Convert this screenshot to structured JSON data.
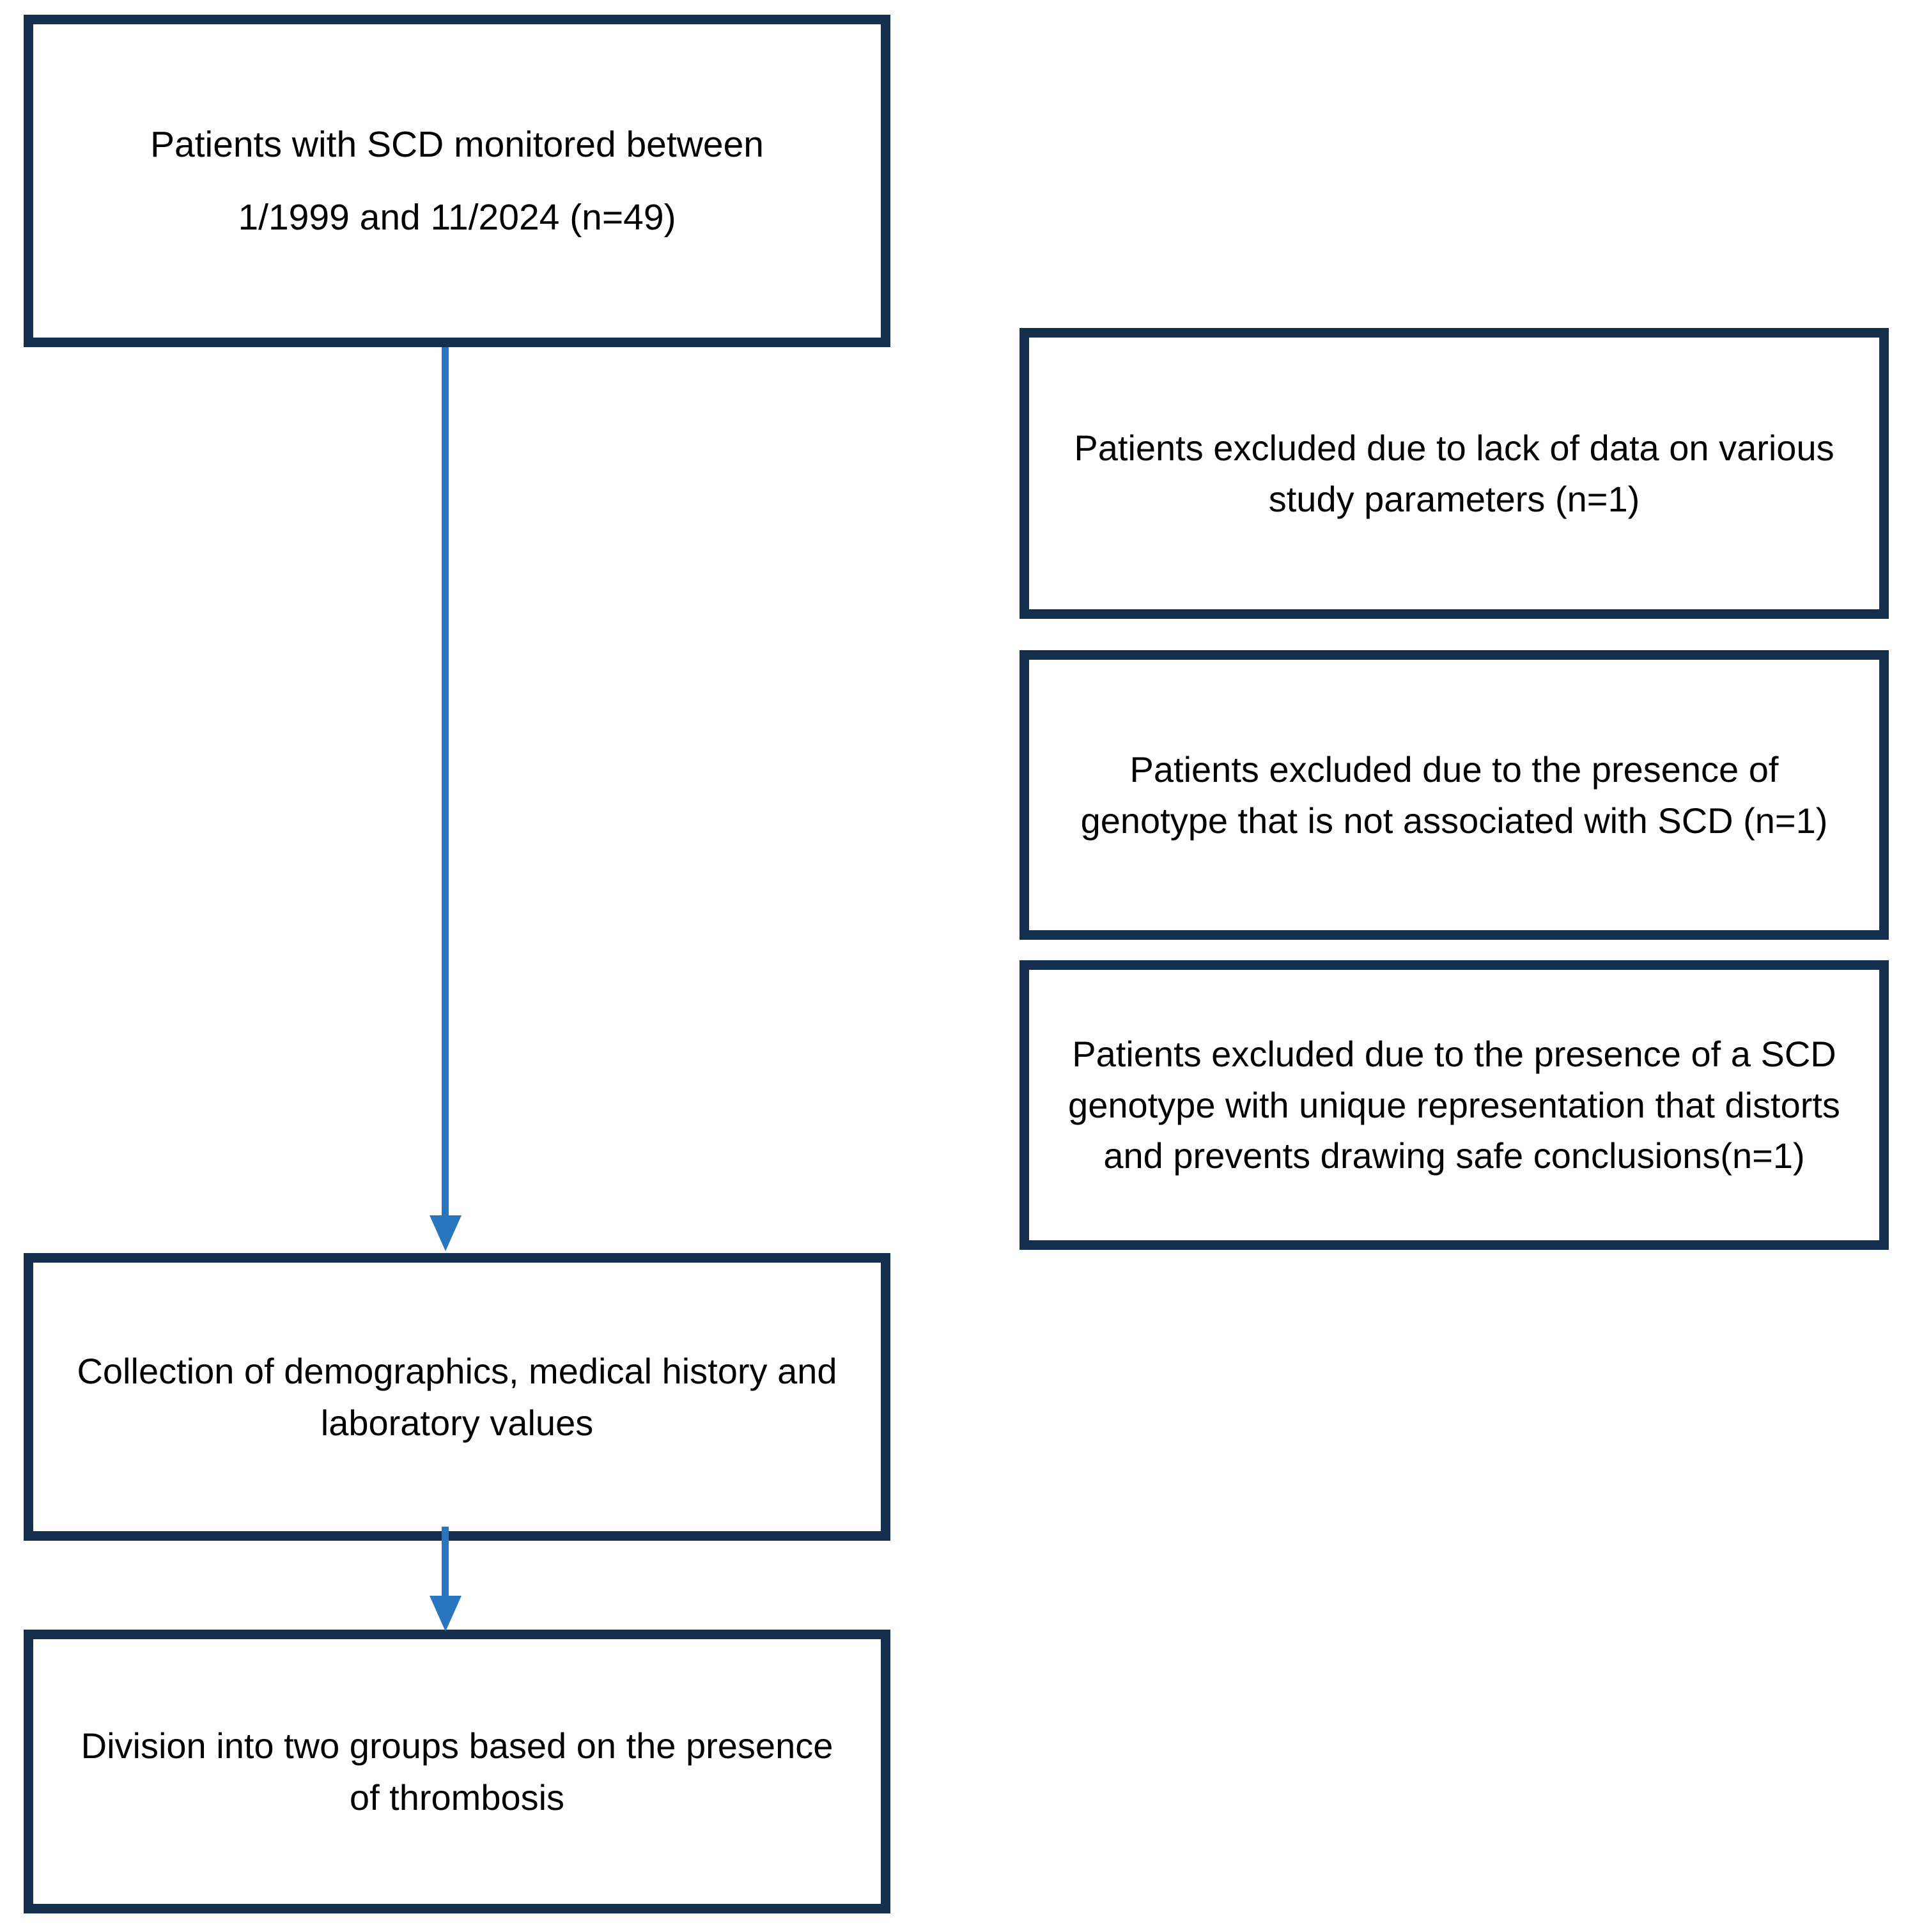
{
  "diagram": {
    "type": "flowchart",
    "title": "Patient selection flow diagram",
    "colors": {
      "box_border": "#152f4f",
      "box_fill": "#ffffff",
      "arrow": "#2876bd",
      "text": "#000000"
    },
    "left_column": [
      {
        "id": "cohort",
        "text": "Patients with SCD monitored between\n1/1999 and 11/2024 (n=49)",
        "n": 49
      },
      {
        "id": "collection",
        "text": "Collection of demographics, medical history and laboratory values"
      },
      {
        "id": "division",
        "text": "Division into two groups based on the presence of thrombosis"
      }
    ],
    "right_column": [
      {
        "id": "excluded-lack-of-data",
        "text": "Patients excluded due to lack of data on various study parameters  (n=1)",
        "n": 1
      },
      {
        "id": "excluded-genotype-not-scd",
        "text": "Patients excluded due to the presence of genotype that is not associated with SCD (n=1)",
        "n": 1
      },
      {
        "id": "excluded-unique-genotype",
        "text": "Patients excluded due to the presence of a SCD genotype with unique representation that distorts and prevents drawing safe conclusions(n=1)",
        "n": 1
      }
    ],
    "connectors": [
      {
        "id": "cohort-to-collection",
        "from": "cohort",
        "to": "collection",
        "style": "arrow-down"
      },
      {
        "id": "collection-to-division",
        "from": "collection",
        "to": "division",
        "style": "arrow-down"
      }
    ]
  }
}
